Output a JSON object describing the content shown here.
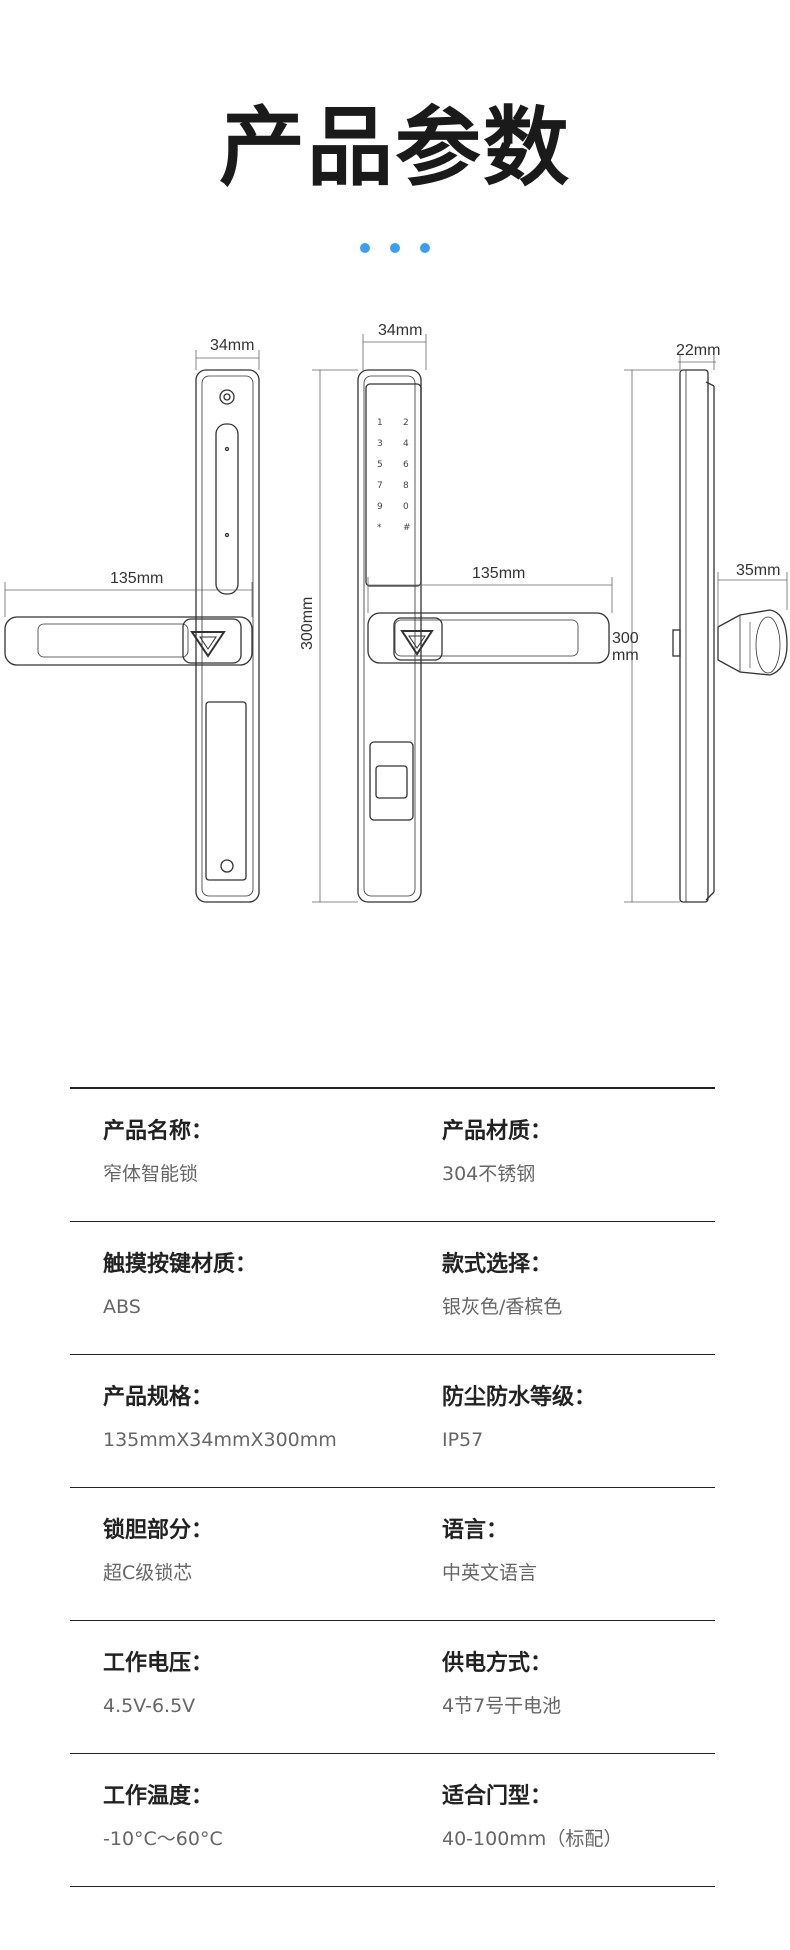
{
  "header": {
    "title": "产品参数"
  },
  "dims": {
    "front_width": "34mm",
    "front_handle": "135mm",
    "front_height": "300mm",
    "mid_width": "34mm",
    "mid_handle": "135mm",
    "side_depth": "22mm",
    "side_height_1": "300",
    "side_height_2": "mm",
    "side_handle": "35mm"
  },
  "keypad": [
    "1",
    "2",
    "3",
    "4",
    "5",
    "6",
    "7",
    "8",
    "9",
    "0",
    "*",
    "#"
  ],
  "params": [
    {
      "left": {
        "label": "产品名称：",
        "value": "窄体智能锁"
      },
      "right": {
        "label": "产品材质：",
        "value": "304不锈钢"
      }
    },
    {
      "left": {
        "label": "触摸按键材质：",
        "value": "ABS"
      },
      "right": {
        "label": "款式选择：",
        "value": "银灰色/香槟色"
      }
    },
    {
      "left": {
        "label": "产品规格：",
        "value": "135mmX34mmX300mm"
      },
      "right": {
        "label": "防尘防水等级：",
        "value": "IP57"
      }
    },
    {
      "left": {
        "label": "锁胆部分：",
        "value": "超C级锁芯"
      },
      "right": {
        "label": "语言：",
        "value": "中英文语言"
      }
    },
    {
      "left": {
        "label": "工作电压：",
        "value": "4.5V-6.5V"
      },
      "right": {
        "label": "供电方式：",
        "value": "4节7号干电池"
      }
    },
    {
      "left": {
        "label": "工作温度：",
        "value": "-10°C～60°C"
      },
      "right": {
        "label": "适合门型：",
        "value": "40-100mm（标配）"
      }
    }
  ]
}
